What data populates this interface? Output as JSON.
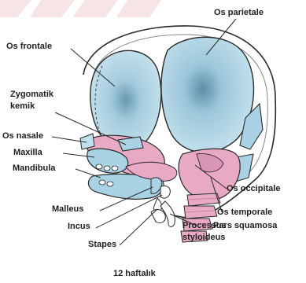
{
  "labels": {
    "os_parietale": "Os parietale",
    "os_frontale": "Os frontale",
    "zygomatik_kemik_line1": "Zygomatik",
    "zygomatik_kemik_line2": "kemik",
    "os_nasale": "Os nasale",
    "maxilla": "Maxilla",
    "mandibula": "Mandibula",
    "malleus": "Malleus",
    "incus": "Incus",
    "stapes": "Stapes",
    "os_occipitale": "Os occipitale",
    "os_temporale": "Os temporale",
    "pars_squamosa": "Pars squamosa",
    "processus_styloideus_line1": "Processus",
    "processus_styloideus_line2": "styloideus",
    "caption": "12 haftalık"
  },
  "colors": {
    "bone_blue": "#a9d3e4",
    "bone_blue_dark": "#6f9fb8",
    "cartilage_pink": "#e8a9c4",
    "cartilage_pink_dark": "#c97a9e",
    "outline": "#2a2a2a",
    "leader_line": "#2a2a2a",
    "label_text": "#1e1e1e",
    "watermark": "#f3d6d6"
  }
}
